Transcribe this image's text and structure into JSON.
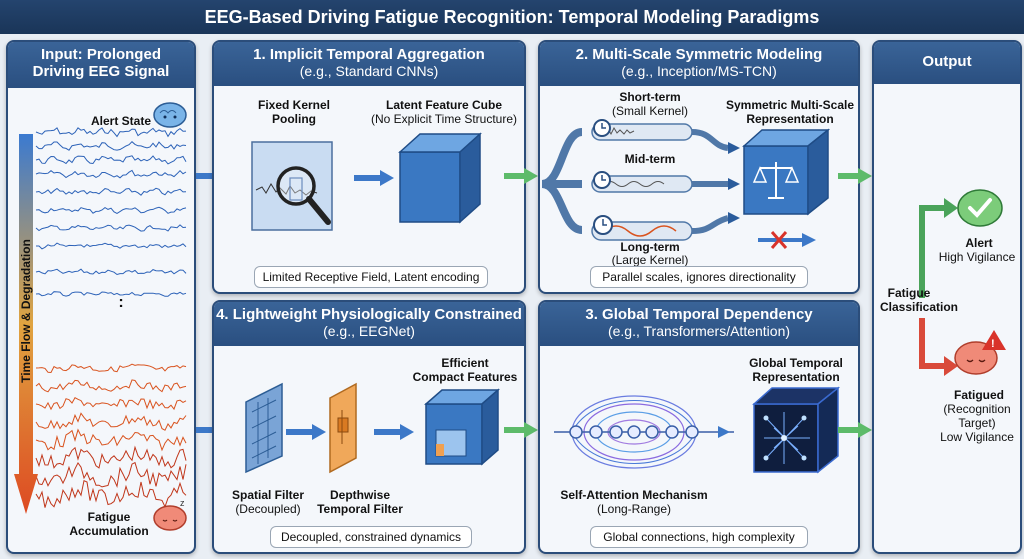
{
  "title": "EEG-Based Driving Fatigue Recognition: Temporal Modeling Paradigms",
  "input": {
    "title_line1": "Input: Prolonged",
    "title_line2": "Driving EEG Signal",
    "alert_state": "Alert State",
    "axis_label": "Time Flow & Degradation",
    "fatigue_line1": "Fatigue",
    "fatigue_line2": "Accumulation",
    "ellipsis": ":"
  },
  "panel1": {
    "title": "1. Implicit Temporal Aggregation",
    "subtitle": "(e.g., Standard CNNs)",
    "pool_line1": "Fixed Kernel",
    "pool_line2": "Pooling",
    "cube_title": "Latent Feature Cube",
    "cube_sub": "(No Explicit Time Structure)",
    "footer": "Limited Receptive Field, Latent encoding"
  },
  "panel2": {
    "title": "2. Multi-Scale Symmetric Modeling",
    "subtitle": "(e.g., Inception/MS-TCN)",
    "short_title": "Short-term",
    "short_sub": "(Small Kernel)",
    "mid_title": "Mid-term",
    "long_title": "Long-term",
    "long_sub": "(Large Kernel)",
    "rep_line1": "Symmetric Multi-Scale",
    "rep_line2": "Representation",
    "footer": "Parallel scales, ignores directionality"
  },
  "panel3": {
    "title": "3. Global Temporal Dependency",
    "subtitle": "(e.g., Transformers/Attention)",
    "rep_line1": "Global Temporal",
    "rep_line2": "Representation",
    "mech_title": "Self-Attention Mechanism",
    "mech_sub": "(Long-Range)",
    "footer": "Global connections, high complexity"
  },
  "panel4": {
    "title": "4. Lightweight Physiologically Constrained",
    "subtitle": "(e.g., EEGNet)",
    "feat_line1": "Efficient",
    "feat_line2": "Compact Features",
    "spatial_title": "Spatial Filter",
    "spatial_sub": "(Decoupled)",
    "depth_line1": "Depthwise",
    "depth_line2": "Temporal Filter",
    "footer": "Decoupled, constrained dynamics"
  },
  "output": {
    "title": "Output",
    "classification_line1": "Fatigue",
    "classification_line2": "Classification",
    "alert_title": "Alert",
    "alert_sub": "High Vigilance",
    "fatigued_title": "Fatigued",
    "fatigued_line2": "(Recognition",
    "fatigued_line3": "Target)",
    "fatigued_sub": "Low Vigilance"
  },
  "colors": {
    "header_blue": "#2a4f80",
    "alert_wave": "#2c62b8",
    "fatigue_wave": "#d9531e",
    "flow_arrow_blue": "#3c78c8",
    "flow_arrow_green": "#5dbb6a",
    "alert_green": "#3fa64a",
    "fatigue_red": "#d94a3a"
  },
  "icons": [
    "brain-icon",
    "magnifier-icon",
    "clock-icon",
    "scale-icon",
    "cross-icon",
    "warning-icon",
    "check-icon"
  ]
}
